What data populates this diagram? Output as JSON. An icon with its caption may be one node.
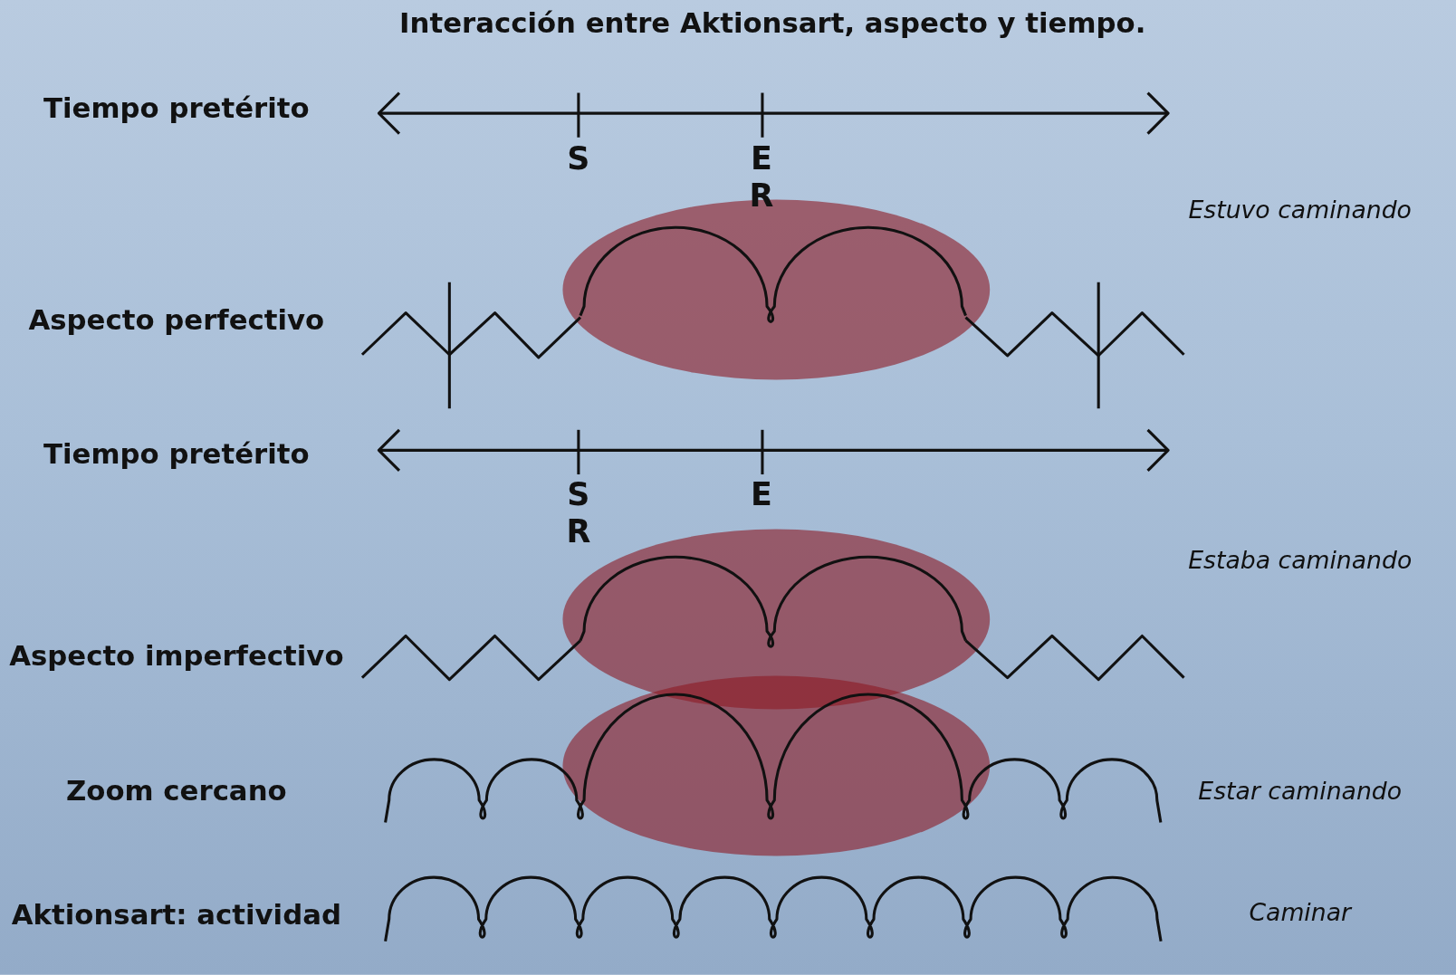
{
  "diagram": {
    "title": "Interacción entre Aktionsart, aspecto y tiempo.",
    "labels": [
      "Tiempo pretérito",
      "S",
      "E",
      "R",
      "Estuvo caminando",
      "Aspecto perfectivo",
      "Tiempo pretérito",
      "S",
      "E",
      "R",
      "Estaba caminando",
      "Aspecto imperfectivo",
      "Zoom cercano",
      "Estar caminando",
      "Aktionsart: actividad",
      "Caminar"
    ]
  }
}
